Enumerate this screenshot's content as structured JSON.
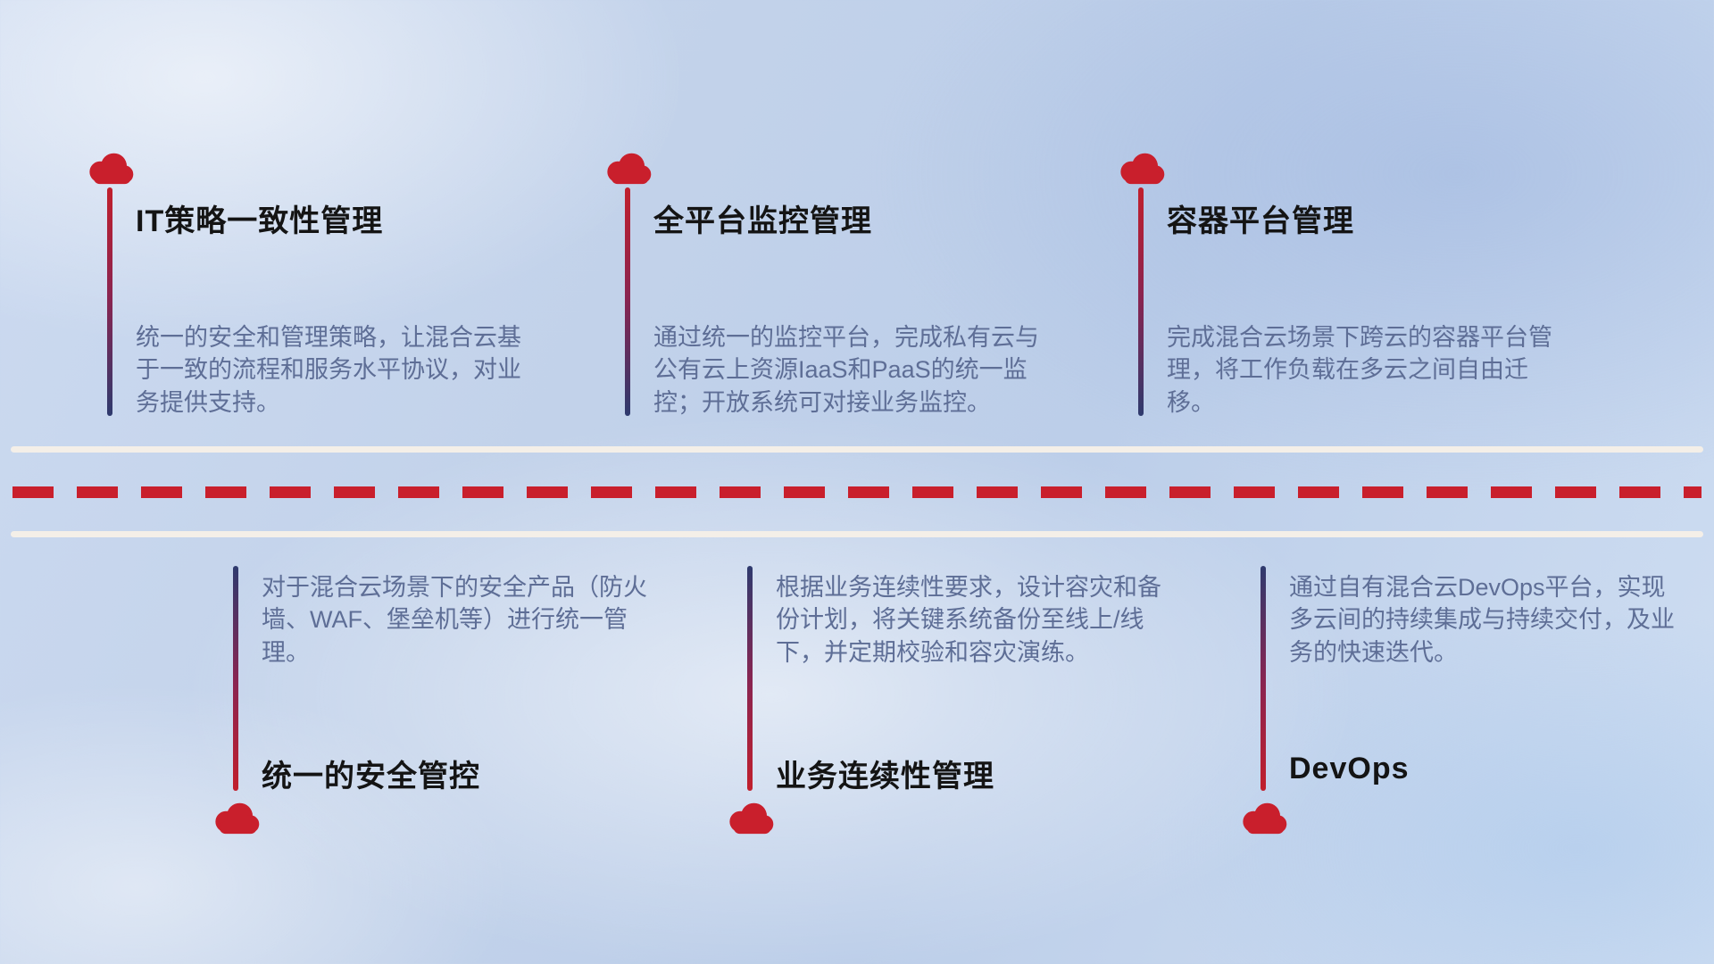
{
  "top_items": [
    {
      "title": "IT策略一致性管理",
      "description": "统一的安全和管理策略，让混合云基于一致的流程和服务水平协议，对业务提供支持。"
    },
    {
      "title": "全平台监控管理",
      "description": "通过统一的监控平台，完成私有云与公有云上资源IaaS和PaaS的统一监控；开放系统可对接业务监控。"
    },
    {
      "title": "容器平台管理",
      "description": "完成混合云场景下跨云的容器平台管理，将工作负载在多云之间自由迁移。"
    }
  ],
  "bottom_items": [
    {
      "title": "统一的安全管控",
      "description": "对于混合云场景下的安全产品（防火墙、WAF、堡垒机等）进行统一管理。"
    },
    {
      "title": "业务连续性管理",
      "description": "根据业务连续性要求，设计容灾和备份计划，将关键系统备份至线上/线下，并定期校验和容灾演练。"
    },
    {
      "title": "DevOps",
      "description": "通过自有混合云DevOps平台，实现多云间的持续集成与持续交付，及业务的快速迭代。"
    }
  ],
  "icons": {
    "marker": "cloud-icon"
  },
  "colors": {
    "accent-red": "#c91f2c",
    "pole-navy": "#2e3a6e",
    "title-color": "#141414",
    "desc-color": "#5e6e96",
    "road-white": "#f4efe8"
  }
}
